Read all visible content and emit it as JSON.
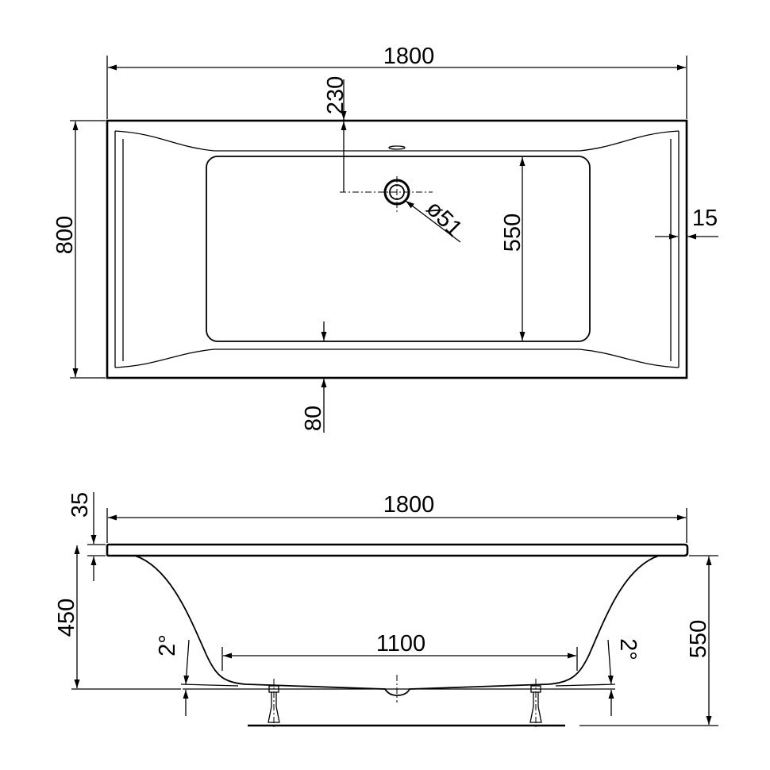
{
  "top_view": {
    "overall_length": "1800",
    "overall_width": "800",
    "drain_offset": "230",
    "drain_diameter": "ø51",
    "basin_width": "550",
    "rim_edge": "15",
    "side_rim": "80"
  },
  "side_view": {
    "overall_length": "1800",
    "rim_thickness": "35",
    "depth": "450",
    "total_height": "550",
    "bottom_length": "1100",
    "slope_left": "2°",
    "slope_right": "2°"
  }
}
